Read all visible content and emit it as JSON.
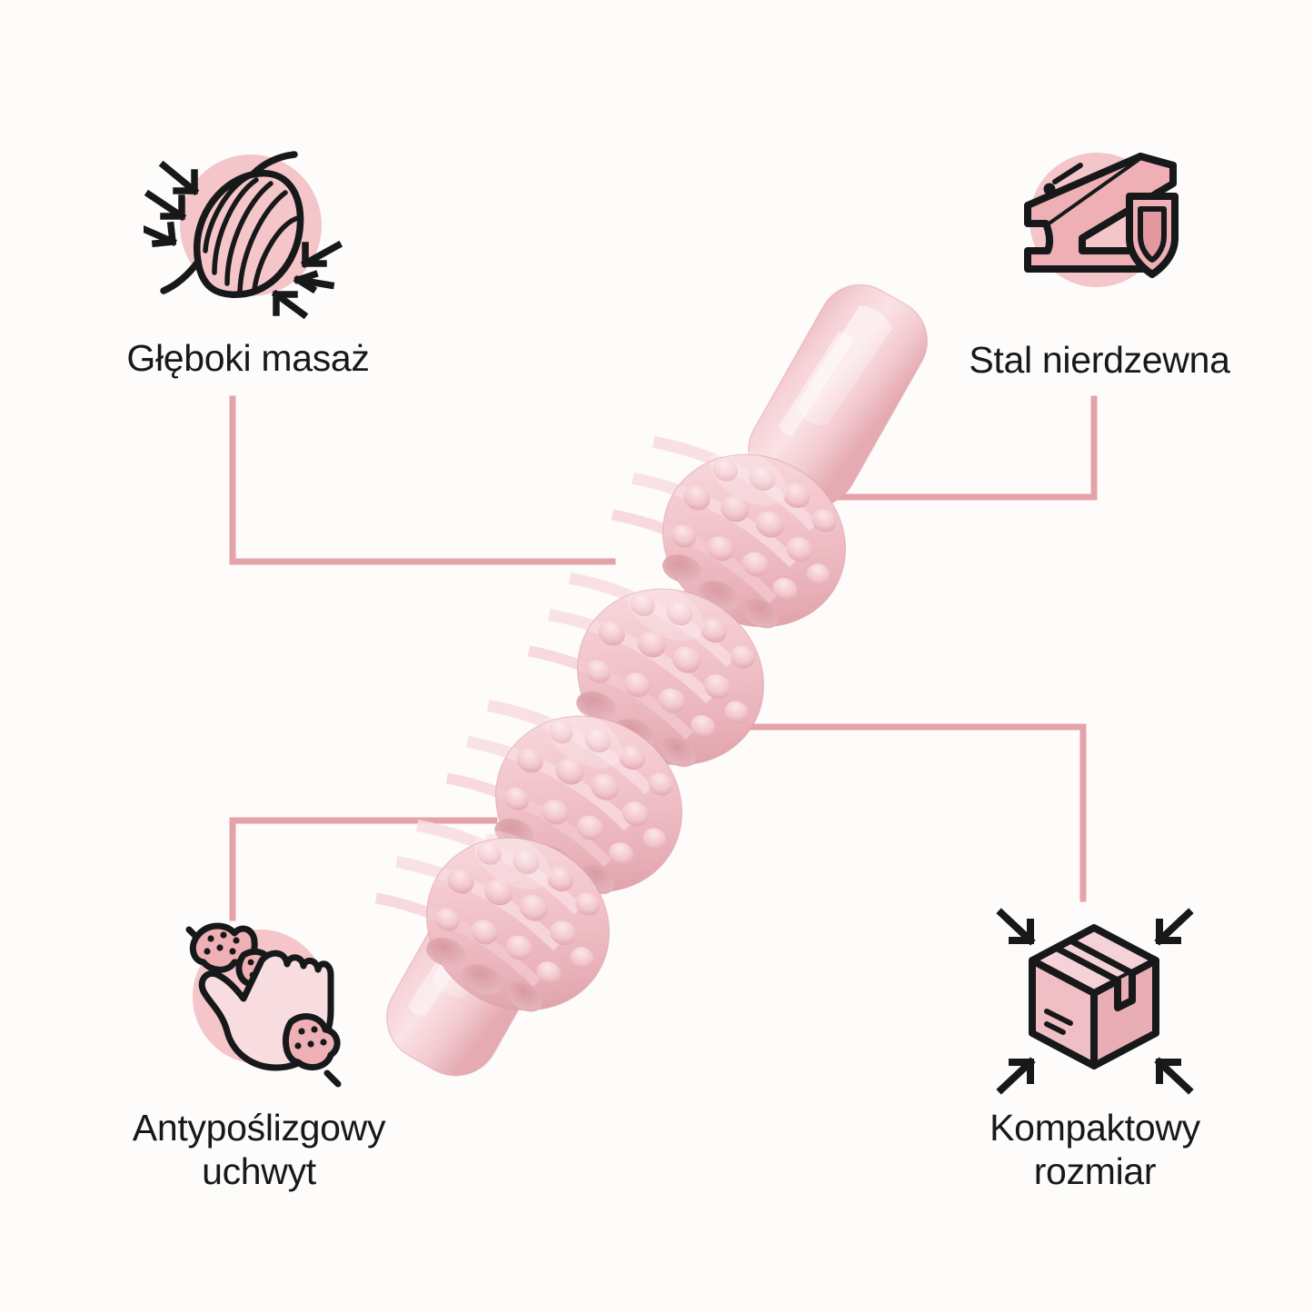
{
  "page": {
    "background_color": "#fdfcfa",
    "product_name": "massage-roller-stick",
    "accent_color": "#e8a8ad",
    "circle_color": "#f4c5c9",
    "icon_fill": "#eeb0b5",
    "icon_stroke": "#17181a",
    "text_color": "#17181a",
    "product_pink_light": "#f7d4d8",
    "product_pink_mid": "#f0bfc5",
    "product_pink_dark": "#e3a8af"
  },
  "features": [
    {
      "id": "deep-massage",
      "position": "top-left",
      "label": "Głęboki masaż",
      "icon": "muscle-compression-icon",
      "icon_description": "muscle fiber bundle with inward pressing arrows"
    },
    {
      "id": "stainless-steel",
      "position": "top-right",
      "label": "Stal nierdzewna",
      "icon": "anvil-shield-icon",
      "icon_description": "anvil with protective shield"
    },
    {
      "id": "anti-slip-grip",
      "position": "bottom-left",
      "label": "Antypoślizgowy\nuchwyt",
      "icon": "hand-grip-icon",
      "icon_description": "hand holding textured roller bar"
    },
    {
      "id": "compact-size",
      "position": "bottom-right",
      "label": "Kompaktowy\nrozmiar",
      "icon": "shipping-box-icon",
      "icon_description": "cardboard box with four inward arrows"
    }
  ],
  "connectors": [
    {
      "id": "connector-top-left",
      "shape": "elbow-down-right"
    },
    {
      "id": "connector-top-right",
      "shape": "elbow-down-left"
    },
    {
      "id": "connector-bottom-left",
      "shape": "elbow-up-right"
    },
    {
      "id": "connector-bottom-right",
      "shape": "elbow-right-down"
    }
  ],
  "product": {
    "name": "Massage roller stick",
    "handle_count": 2,
    "roller_ball_count": 4,
    "orientation": "diagonal lower-left to upper-right"
  }
}
